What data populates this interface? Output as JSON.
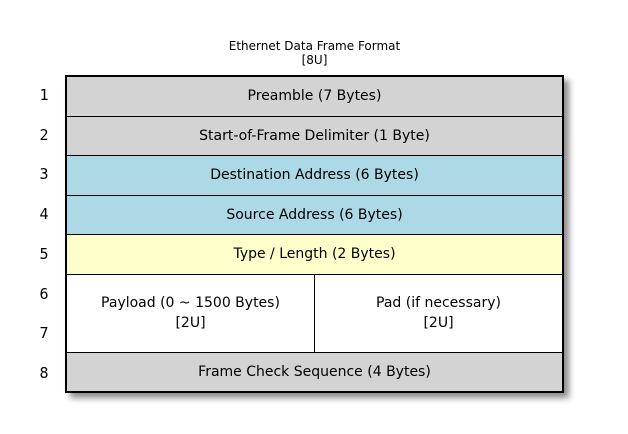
{
  "title": {
    "line1": "Ethernet Data Frame Format",
    "line2": "[8U]"
  },
  "colors": {
    "row_gray": "#d3d3d3",
    "row_blue": "#add8e6",
    "row_yellow": "#ffffcc",
    "row_white": "#ffffff",
    "border": "#000000",
    "background": "#ffffff"
  },
  "frame": {
    "rows": [
      {
        "number": "1",
        "label": "Preamble (7 Bytes)",
        "bg": "#d3d3d3"
      },
      {
        "number": "2",
        "label": "Start-of-Frame Delimiter (1 Byte)",
        "bg": "#d3d3d3"
      },
      {
        "number": "3",
        "label": "Destination Address (6 Bytes)",
        "bg": "#add8e6"
      },
      {
        "number": "4",
        "label": "Source Address (6 Bytes)",
        "bg": "#add8e6"
      },
      {
        "number": "5",
        "label": "Type / Length (2 Bytes)",
        "bg": "#ffffcc"
      },
      {
        "number": "6"
      },
      {
        "number": "7"
      },
      {
        "number": "8",
        "label": "Frame Check Sequence (4 Bytes)",
        "bg": "#d3d3d3"
      }
    ],
    "merged": {
      "bg": "#ffffff",
      "payload": {
        "line1": "Payload (0 ~ 1500 Bytes)",
        "line2": "[2U]"
      },
      "pad": {
        "line1": "Pad (if necessary)",
        "line2": "[2U]"
      }
    }
  }
}
